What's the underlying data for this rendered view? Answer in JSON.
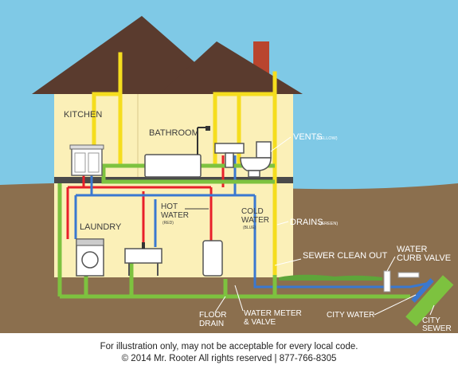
{
  "rooms": {
    "kitchen": "KITCHEN",
    "bathroom": "BATHROOM",
    "laundry": "LAUNDRY"
  },
  "callouts": {
    "vents": "VENTS",
    "vents_note": "(YELLOW)",
    "hot_water_1": "HOT",
    "hot_water_2": "WATER",
    "hot_water_note": "(RED)",
    "cold_water_1": "COLD",
    "cold_water_2": "WATER",
    "cold_water_note": "(BLUE)",
    "drains": "DRAINS",
    "drains_note": "(GREEN)",
    "sewer_clean_out": "SEWER CLEAN OUT",
    "water_curb_valve_1": "WATER",
    "water_curb_valve_2": "CURB VALVE",
    "floor_drain_1": "FLOOR",
    "floor_drain_2": "DRAIN",
    "water_meter_1": "WATER METER",
    "water_meter_2": "& VALVE",
    "city_water": "CITY WATER",
    "city_sewer_1": "CITY",
    "city_sewer_2": "SEWER"
  },
  "footer": {
    "line1": "For illustration only, may not be acceptable for every local code.",
    "line2": "© 2014 Mr. Rooter   All rights reserved | 877-766-8305"
  },
  "colors": {
    "sky": "#7fc9e6",
    "ground": "#8b6f4e",
    "roof": "#5a3b2e",
    "wall": "#fbf0b8",
    "vent": "#f5dd1e",
    "hot": "#e8202a",
    "cold": "#3a78d0",
    "drain": "#7dc23f"
  }
}
